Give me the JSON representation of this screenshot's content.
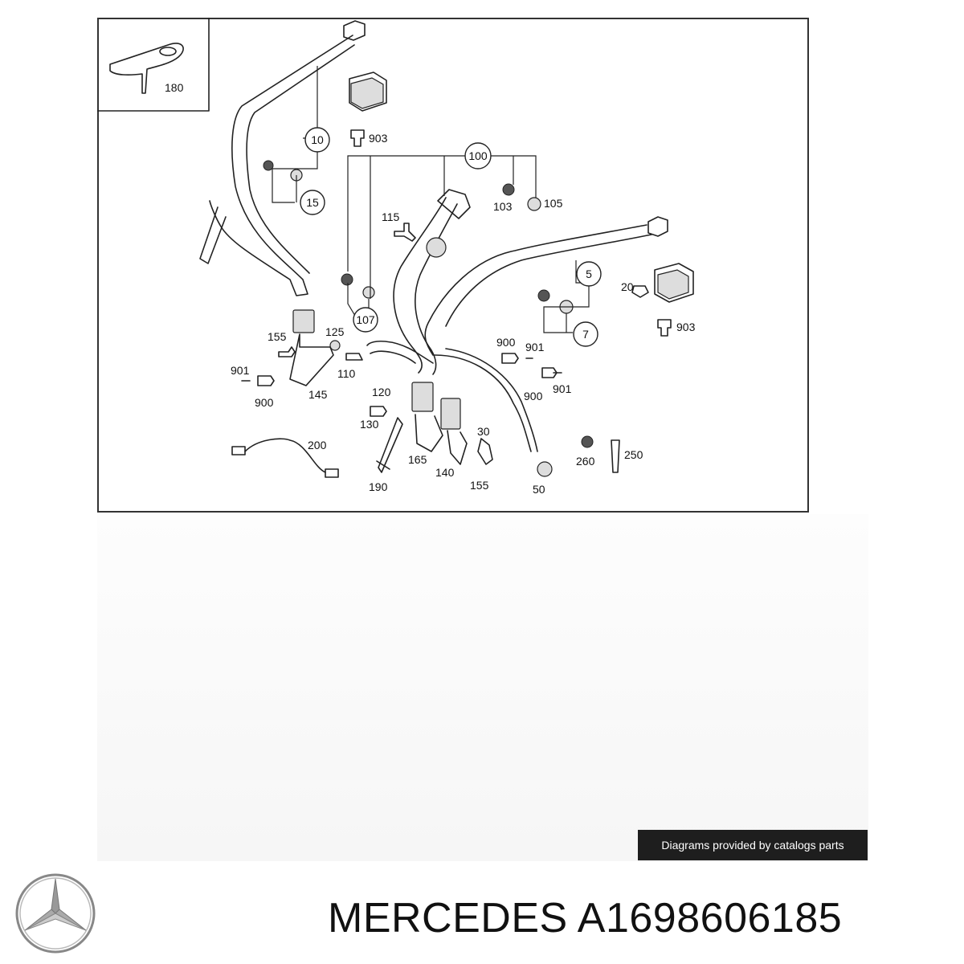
{
  "diagram": {
    "part_labels": {
      "p180": "180",
      "p10": "10",
      "p903a": "903",
      "p15": "15",
      "p100": "100",
      "p103": "103",
      "p105": "105",
      "p115": "115",
      "p107": "107",
      "p5": "5",
      "p20": "20",
      "p7": "7",
      "p903b": "903",
      "p155a": "155",
      "p125": "125",
      "p110": "110",
      "p901a": "901",
      "p900a": "900",
      "p145": "145",
      "p900b": "900",
      "p901b": "901",
      "p120": "120",
      "p900c": "900",
      "p901c": "901",
      "p130": "130",
      "p200": "200",
      "p30": "30",
      "p165": "165",
      "p140": "140",
      "p155b": "155",
      "p190": "190",
      "p50": "50",
      "p260": "260",
      "p250": "250"
    }
  },
  "attribution": {
    "text": "Diagrams provided by catalogs parts"
  },
  "brand": {
    "logo_icon": "mercedes-star-icon"
  },
  "product": {
    "title": "MERCEDES A1698606185"
  }
}
